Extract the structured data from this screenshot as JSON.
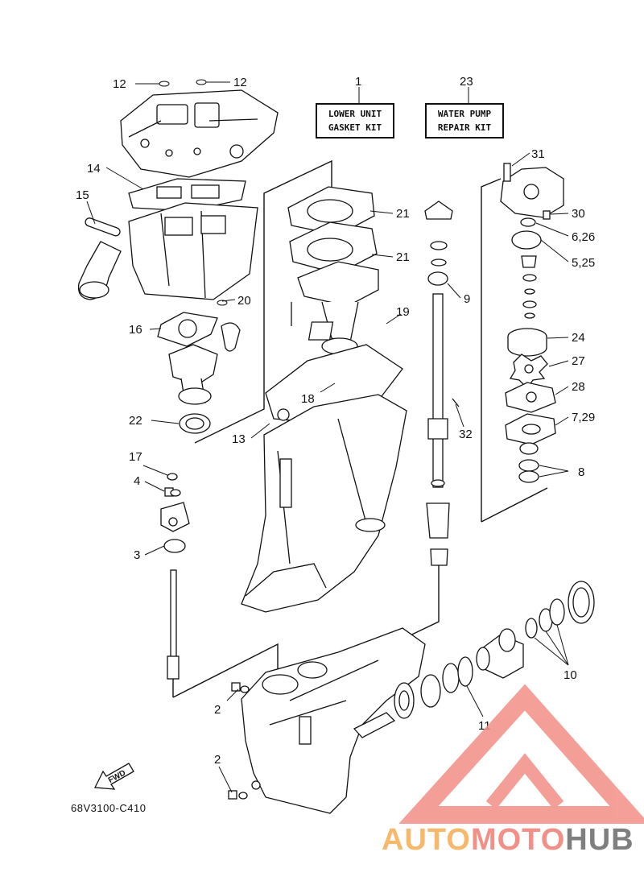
{
  "diagram": {
    "callouts": [
      {
        "id": "12a",
        "text": "12"
      },
      {
        "id": "12b",
        "text": "12"
      },
      {
        "id": "1",
        "text": "1"
      },
      {
        "id": "23",
        "text": "23"
      },
      {
        "id": "31",
        "text": "31"
      },
      {
        "id": "14",
        "text": "14"
      },
      {
        "id": "15",
        "text": "15"
      },
      {
        "id": "21a",
        "text": "21"
      },
      {
        "id": "30",
        "text": "30"
      },
      {
        "id": "626",
        "text": "6,26"
      },
      {
        "id": "21b",
        "text": "21"
      },
      {
        "id": "525",
        "text": "5,25"
      },
      {
        "id": "9",
        "text": "9"
      },
      {
        "id": "20",
        "text": "20"
      },
      {
        "id": "19",
        "text": "19"
      },
      {
        "id": "16",
        "text": "16"
      },
      {
        "id": "24",
        "text": "24"
      },
      {
        "id": "27",
        "text": "27"
      },
      {
        "id": "18",
        "text": "18"
      },
      {
        "id": "28",
        "text": "28"
      },
      {
        "id": "729",
        "text": "7,29"
      },
      {
        "id": "22",
        "text": "22"
      },
      {
        "id": "13",
        "text": "13"
      },
      {
        "id": "32",
        "text": "32"
      },
      {
        "id": "17",
        "text": "17"
      },
      {
        "id": "8",
        "text": "8"
      },
      {
        "id": "4",
        "text": "4"
      },
      {
        "id": "3",
        "text": "3"
      },
      {
        "id": "10",
        "text": "10"
      },
      {
        "id": "11",
        "text": "11"
      },
      {
        "id": "2a",
        "text": "2"
      },
      {
        "id": "2b",
        "text": "2"
      }
    ],
    "kits": {
      "lower_unit": [
        "LOWER UNIT",
        "GASKET KIT"
      ],
      "water_pump": [
        "WATER PUMP",
        "REPAIR KIT"
      ]
    },
    "fwd_label": "FWD",
    "diagram_code": "68V3100-C410"
  },
  "watermark": {
    "part1": "AUTO",
    "part2": "MOTO",
    "part3": "HUB",
    "colors": {
      "auto": "#f7b86b",
      "moto": "#f28f86",
      "hub": "#7f7f7f",
      "logo": "#f28f86"
    }
  }
}
